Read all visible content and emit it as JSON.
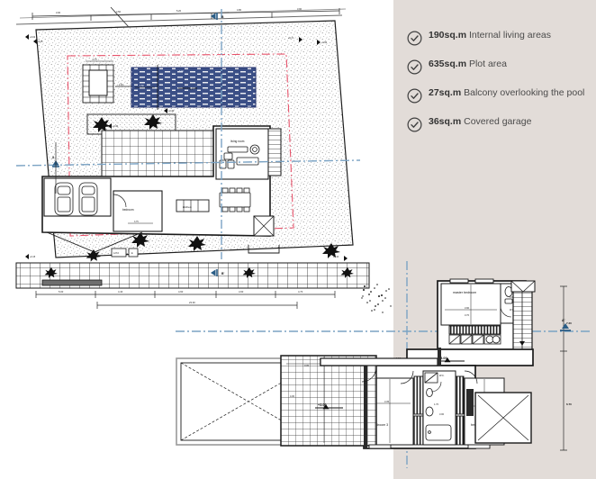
{
  "page": {
    "background": "#ffffff",
    "panel_color": "#e2dcd8"
  },
  "features": {
    "title": "",
    "items": [
      {
        "icon": "check-circle-icon",
        "amount": "190sq.m",
        "label": "Internal living areas"
      },
      {
        "icon": "check-circle-icon",
        "amount": "635sq.m",
        "label": "Plot area"
      },
      {
        "icon": "check-circle-icon",
        "amount": "27sq.m",
        "label": "Balcony overlooking the pool"
      },
      {
        "icon": "check-circle-icon",
        "amount": "36sq.m",
        "label": "Covered garage"
      }
    ]
  },
  "site_plan": {
    "name": "ground-floor-site-plan",
    "colors": {
      "boundary": "#e8536b",
      "axis": "#7ba3c4",
      "pool_water": "#3b4f86",
      "line": "#1a1a1a",
      "gravel": "#8f8f8f"
    },
    "labels": {
      "pool": "swimming pool",
      "living_room": "living room",
      "dining_room": "dining room",
      "kitchen": "kitchen",
      "bedroom": "bedroom 1",
      "garage": "garage",
      "section_mark_left": "A",
      "section_mark_top": "B"
    },
    "dimensions": {
      "top_segments": [
        "3.00",
        "4.50",
        "5.20",
        "4.80",
        "3.90"
      ],
      "bottom_total": "23.30",
      "bottom_segments": [
        "5.00",
        "4.40",
        "4.60",
        "4.60",
        "4.70"
      ],
      "levels": [
        "±0.00",
        "+0.15",
        "-0.20",
        "+0.10"
      ]
    }
  },
  "floor_plan": {
    "name": "first-floor-plan",
    "labels": {
      "master_bedroom": "master bedroom",
      "bedroom_2": "bedroom 2",
      "bedroom_3": "bedroom 3",
      "wc_1": "W.C.",
      "wc_2": "W.C.",
      "balcony_level": "+3.00",
      "terrace_level": "+3.00",
      "section_mark_right": "A'"
    },
    "dimensions": {
      "master_width": "3.90",
      "master_depth": "3.70",
      "bedroom2_width": "3.35",
      "bedroom2_depth": "3.50",
      "bedroom3_width": "3.35",
      "bedroom3_depth": "3.40",
      "bath_width": "1.70",
      "bath_depth": "3.00",
      "right_upper": "7.20",
      "right_lower": "6.70",
      "balcony_width": "3.30"
    }
  }
}
